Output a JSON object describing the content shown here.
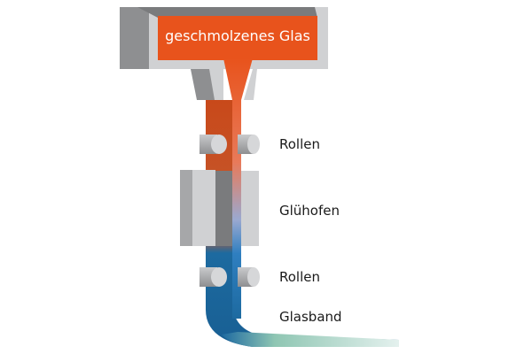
{
  "diagram": {
    "tank_label": "geschmolzenes Glas",
    "labels": [
      "Rollen",
      "Glühofen",
      "Rollen",
      "Glasband"
    ],
    "colors": {
      "molten": "#e8531c",
      "cooled": "#1d6aa0",
      "ribbon": "#cfe7dc",
      "gray_light": "#d0d1d3",
      "gray_dark": "#8e8f91"
    }
  }
}
